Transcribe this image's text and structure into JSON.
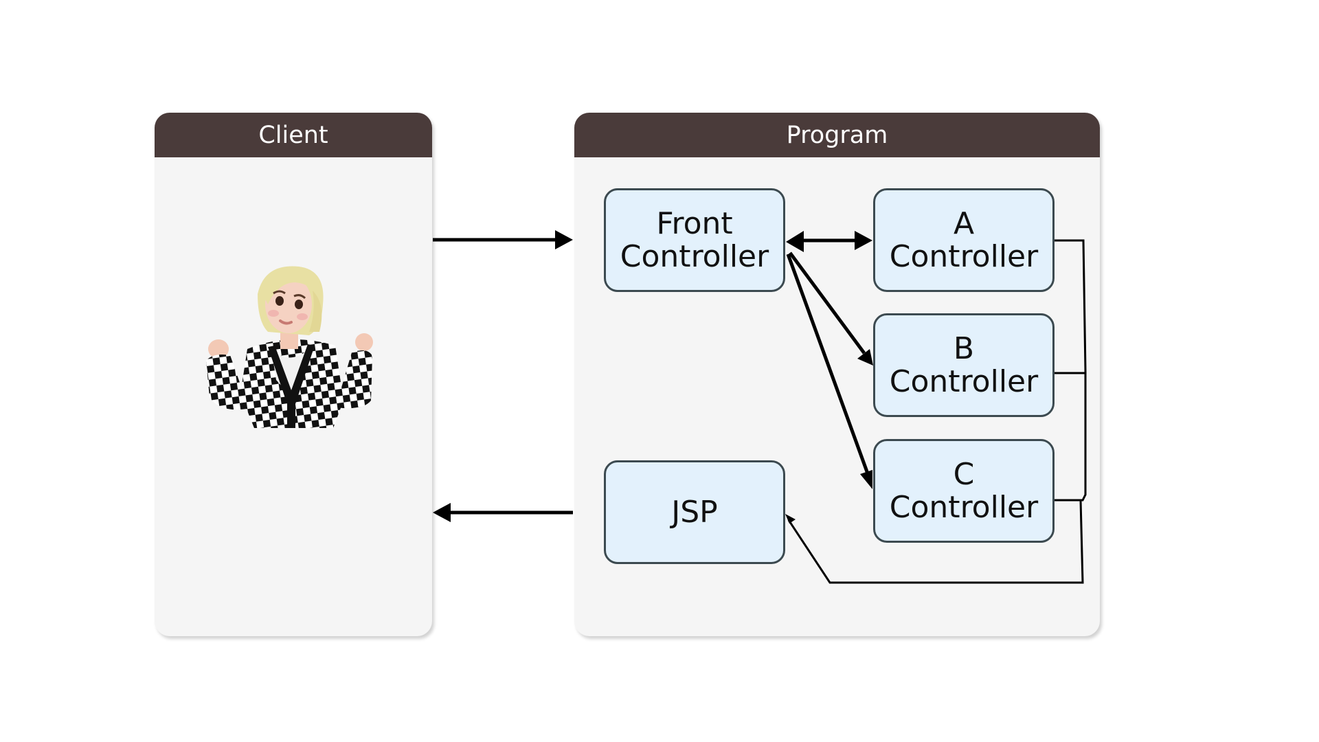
{
  "panels": {
    "client": {
      "title": "Client"
    },
    "program": {
      "title": "Program"
    }
  },
  "nodes": {
    "front": {
      "line1": "Front",
      "line2": "Controller"
    },
    "a": {
      "line1": "A",
      "line2": "Controller"
    },
    "b": {
      "line1": "B",
      "line2": "Controller"
    },
    "c": {
      "line1": "C",
      "line2": "Controller"
    },
    "jsp": {
      "line1": "JSP"
    }
  },
  "edges": [
    {
      "from": "client",
      "to": "front",
      "label": ""
    },
    {
      "from": "front",
      "to": "a",
      "label": "",
      "bidirectional": true
    },
    {
      "from": "front",
      "to": "b",
      "label": ""
    },
    {
      "from": "front",
      "to": "c",
      "label": ""
    },
    {
      "from": "a,b,c",
      "to": "jsp",
      "label": ""
    },
    {
      "from": "jsp",
      "to": "client",
      "label": ""
    }
  ],
  "colors": {
    "header": "#4a3b3a",
    "panel_bg": "#f5f5f5",
    "node_fill": "#e3f1fc",
    "node_border": "#3c4a50"
  },
  "avatar": {
    "description": "user-avatar"
  }
}
